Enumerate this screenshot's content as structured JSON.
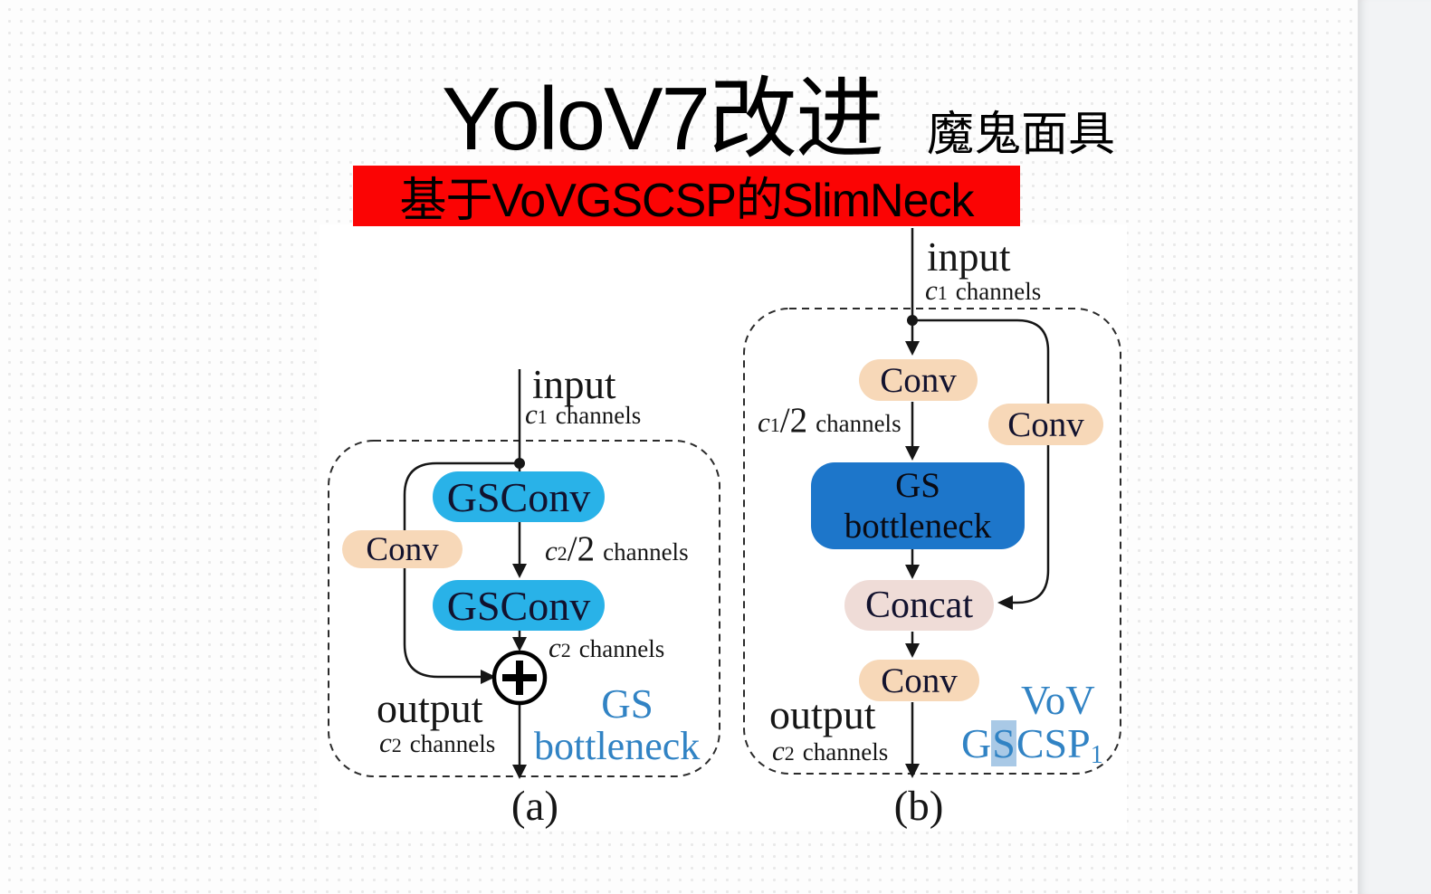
{
  "header": {
    "title_main": "YoloV7改进",
    "title_suffix": "魔鬼面具",
    "banner_text": "基于VoVGSCSP的SlimNeck"
  },
  "colors": {
    "banner_bg": "#fb0404",
    "gsconv_box": "#29b2e8",
    "conv_box": "#f7d8b8",
    "gs_bottleneck_box": "#1d76ca",
    "concat_box": "#efdcd7",
    "blue_label_text": "#3183c4",
    "s_highlight": "#a9c9e6"
  },
  "a": {
    "input": "input",
    "c1": {
      "v": "c",
      "s": "1",
      "r": "channels"
    },
    "gsconv1": "GSConv",
    "conv": "Conv",
    "c2_half": {
      "v": "c",
      "s": "2",
      "sl": "/2",
      "r": "channels"
    },
    "gsconv2": "GSConv",
    "c2_mid": {
      "v": "c",
      "s": "2",
      "r": "channels"
    },
    "output": "output",
    "c2_out": {
      "v": "c",
      "s": "2",
      "r": "channels"
    },
    "gs_label_line1": "GS",
    "gs_label_line2": "bottleneck",
    "caption": "(a)"
  },
  "b": {
    "input": "input",
    "c1": {
      "v": "c",
      "s": "1",
      "r": "channels"
    },
    "conv_top": "Conv",
    "conv_right": "Conv",
    "c1_half": {
      "v": "c",
      "s": "1",
      "sl": "/2",
      "r": "channels"
    },
    "gsb_line1": "GS",
    "gsb_line2": "bottleneck",
    "concat": "Concat",
    "conv_bottom": "Conv",
    "output": "output",
    "c2_out": {
      "v": "c",
      "s": "2",
      "r": "channels"
    },
    "vov_label": "VoV",
    "gscsp": {
      "pre": "G",
      "hl": "S",
      "post": "CSP",
      "sub": "1"
    },
    "caption": "(b)"
  }
}
